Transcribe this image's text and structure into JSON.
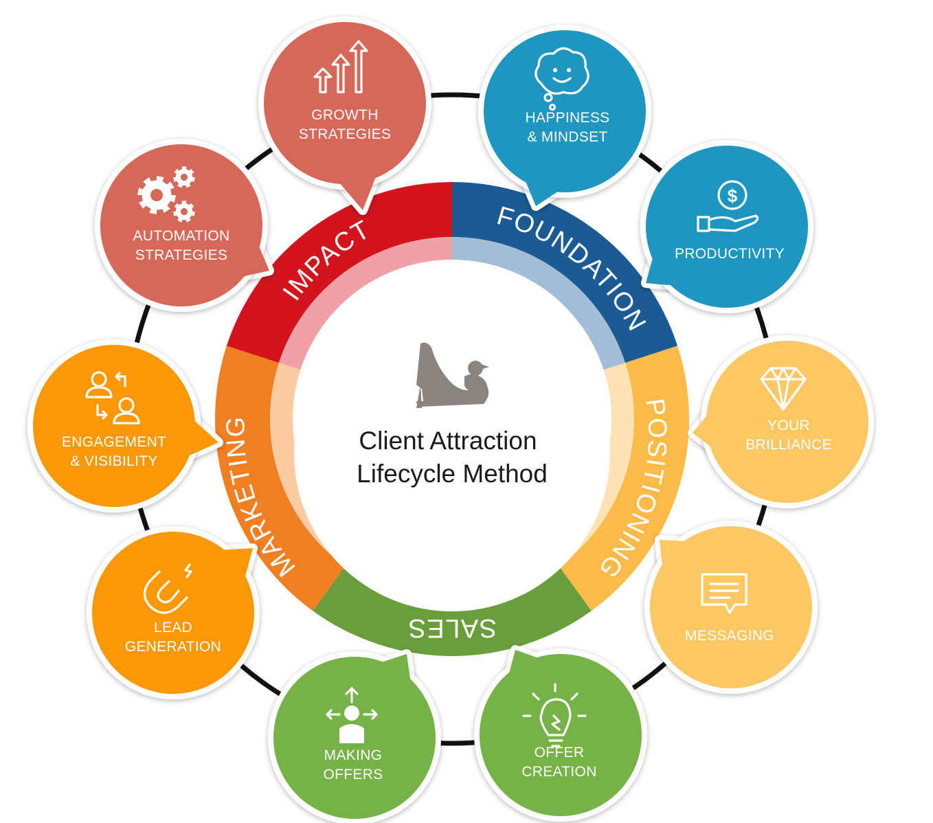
{
  "center": {
    "title_line1": "Client Attraction",
    "title_line2": "Lifecycle Method"
  },
  "ring_segments": [
    {
      "label": "FOUNDATION",
      "color": "#1b5a93",
      "inner_color": "#a3bdd6"
    },
    {
      "label": "POSITIONING",
      "color": "#fbbb48",
      "inner_color": "#fde3b3"
    },
    {
      "label": "SALES",
      "color": "#6a9e3c",
      "inner_color": "#c2dab0"
    },
    {
      "label": "MARKETING",
      "color": "#f07f22",
      "inner_color": "#fbcba2"
    },
    {
      "label": "IMPACT",
      "color": "#d3141d",
      "inner_color": "#f0a1a8"
    }
  ],
  "bubbles": [
    {
      "line1": "HAPPINESS",
      "line2": "& MINDSET",
      "icon": "thinking-cloud-icon",
      "color": "#1f96bf"
    },
    {
      "line1": "PRODUCTIVITY",
      "line2": "",
      "icon": "money-hand-icon",
      "color": "#1f96bf"
    },
    {
      "line1": "YOUR",
      "line2": "BRILLIANCE",
      "icon": "diamond-icon",
      "color": "#fdc863"
    },
    {
      "line1": "MESSAGING",
      "line2": "",
      "icon": "message-icon",
      "color": "#fdc863"
    },
    {
      "line1": "OFFER",
      "line2": "CREATION",
      "icon": "lightbulb-icon",
      "color": "#76b247"
    },
    {
      "line1": "MAKING",
      "line2": "OFFERS",
      "icon": "person-arrows-icon",
      "color": "#76b247"
    },
    {
      "line1": "LEAD",
      "line2": "GENERATION",
      "icon": "magnet-icon",
      "color": "#fb9807"
    },
    {
      "line1": "ENGAGEMENT",
      "line2": "& VISIBILITY",
      "icon": "people-exchange-icon",
      "color": "#fb9807"
    },
    {
      "line1": "AUTOMATION",
      "line2": "STRATEGIES",
      "icon": "gears-icon",
      "color": "#d6685a"
    },
    {
      "line1": "GROWTH",
      "line2": "STRATEGIES",
      "icon": "growth-arrows-icon",
      "color": "#d6685a"
    }
  ],
  "logo": {
    "icon": "high-heel-bird-icon",
    "color": "#8a8480"
  },
  "orbit": {
    "color": "#111111"
  }
}
